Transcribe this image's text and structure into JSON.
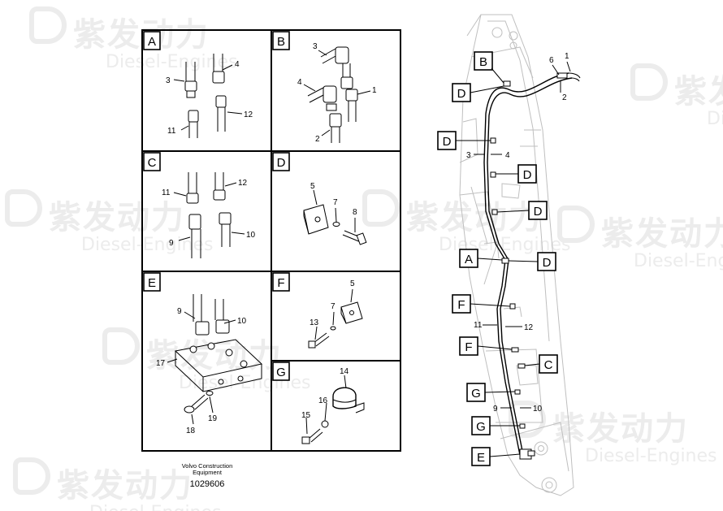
{
  "watermark": {
    "cn": "紫发动力",
    "en": "Diesel-Engines"
  },
  "panels": {
    "A": {
      "letter": "A",
      "callouts": [
        "3",
        "4",
        "12",
        "11"
      ]
    },
    "B": {
      "letter": "B",
      "callouts": [
        "3",
        "4",
        "1",
        "2"
      ]
    },
    "C": {
      "letter": "C",
      "callouts": [
        "11",
        "12",
        "9",
        "10"
      ]
    },
    "D": {
      "letter": "D",
      "callouts": [
        "5",
        "7",
        "8"
      ]
    },
    "E": {
      "letter": "E",
      "callouts": [
        "9",
        "10",
        "17",
        "18",
        "19"
      ]
    },
    "F": {
      "letter": "F",
      "callouts": [
        "5",
        "7",
        "13"
      ]
    },
    "G": {
      "letter": "G",
      "callouts": [
        "14",
        "16",
        "15"
      ]
    }
  },
  "footer": {
    "line1": "Volvo Construction",
    "line2": "Equipment",
    "part_number": "1029606"
  },
  "boom_labels": [
    "B",
    "D",
    "D",
    "D",
    "D",
    "A",
    "D",
    "F",
    "F",
    "C",
    "G",
    "G",
    "E"
  ],
  "boom_callouts": [
    "6",
    "1",
    "2",
    "3",
    "4",
    "11",
    "12",
    "9",
    "10"
  ]
}
